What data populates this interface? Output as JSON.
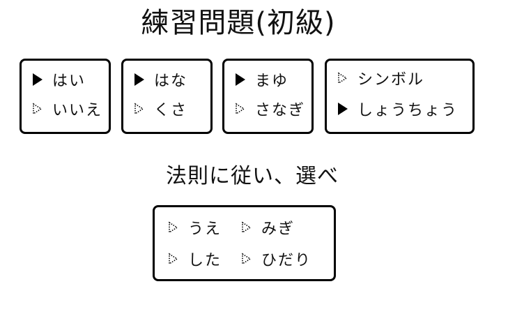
{
  "title": "練習問題(初級)",
  "instruction": "法則に従い、選べ",
  "groups": [
    {
      "options": [
        {
          "label": "はい",
          "selected": true
        },
        {
          "label": "いいえ",
          "selected": false
        }
      ]
    },
    {
      "options": [
        {
          "label": "はな",
          "selected": true
        },
        {
          "label": "くさ",
          "selected": false
        }
      ]
    },
    {
      "options": [
        {
          "label": "まゆ",
          "selected": true
        },
        {
          "label": "さなぎ",
          "selected": false
        }
      ]
    },
    {
      "options": [
        {
          "label": "シンボル",
          "selected": false
        },
        {
          "label": "しょうちょう",
          "selected": true
        }
      ]
    }
  ],
  "question": {
    "options": [
      {
        "label": "うえ",
        "selected": false
      },
      {
        "label": "みぎ",
        "selected": false
      },
      {
        "label": "した",
        "selected": false
      },
      {
        "label": "ひだり",
        "selected": false
      }
    ]
  }
}
